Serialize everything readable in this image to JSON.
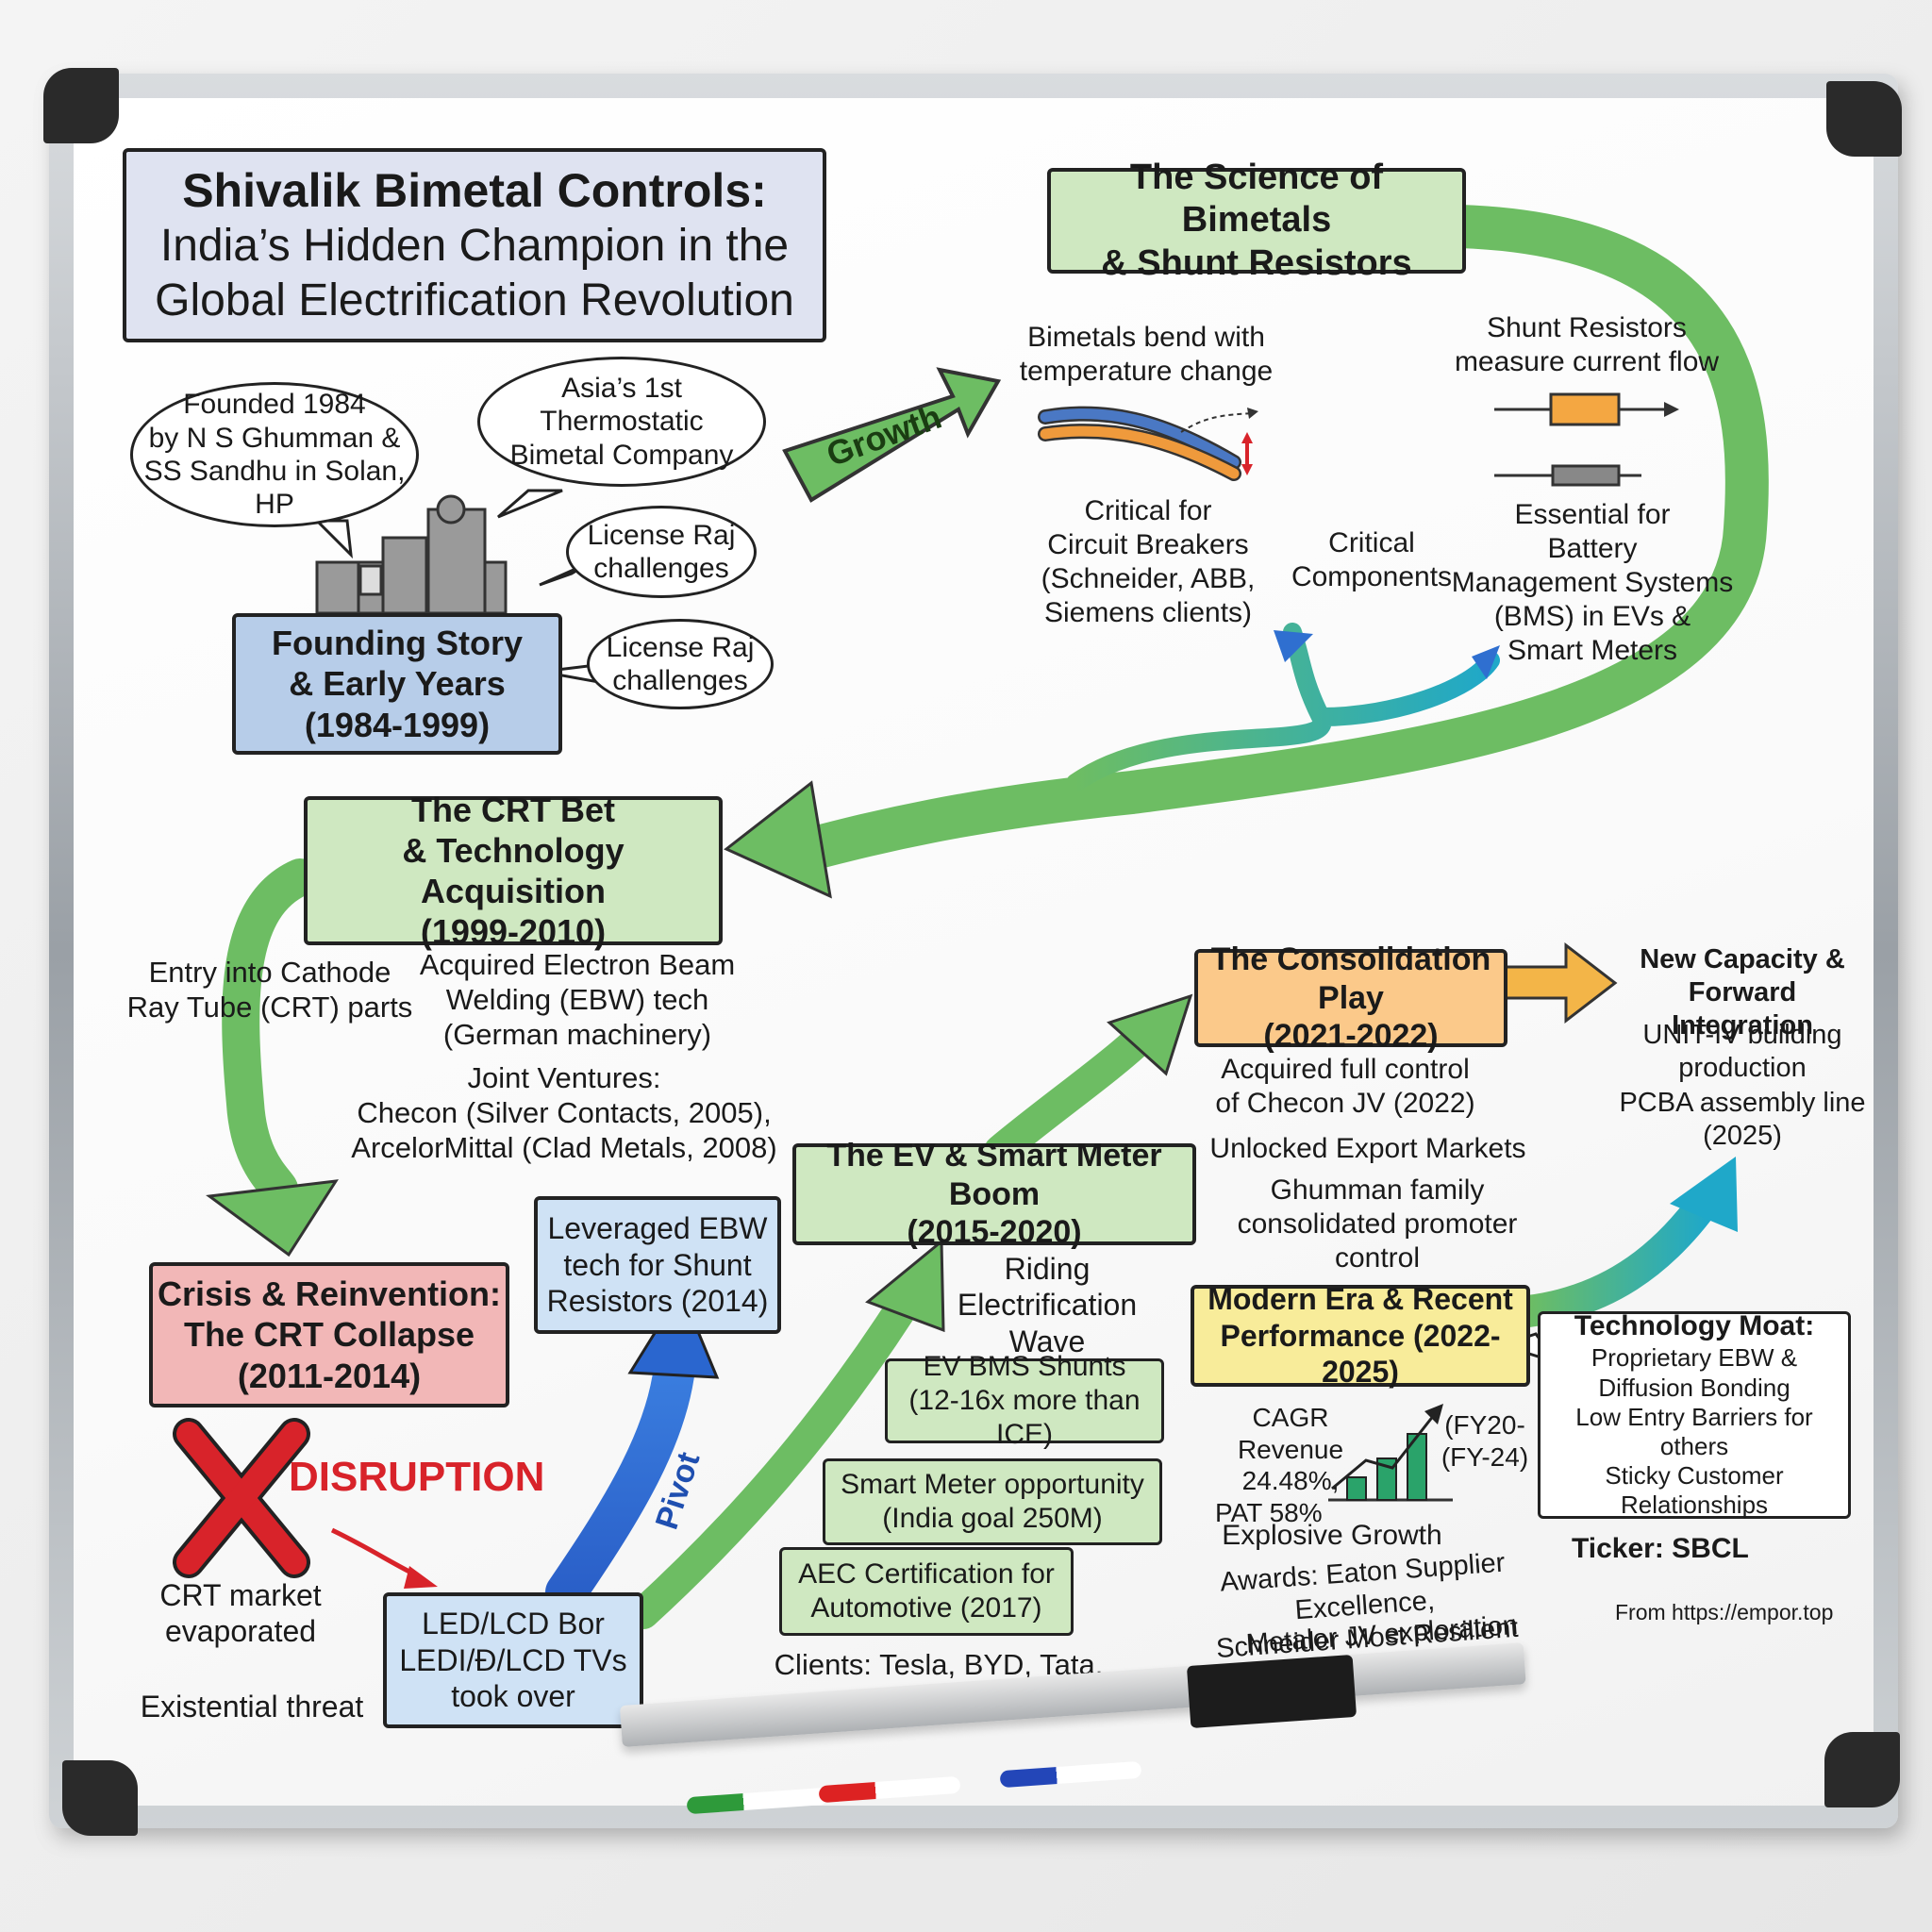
{
  "title": {
    "line1": "Shivalik Bimetal Controls:",
    "line2": "India’s Hidden Champion in the",
    "line3": "Global Electrification Revolution"
  },
  "founding": {
    "bubble_founded": [
      "Founded 1984",
      "by N S Ghumman &",
      "SS Sandhu in Solan,",
      "HP"
    ],
    "bubble_asia": [
      "Asia’s 1st",
      "Thermostatic",
      "Bimetal Company"
    ],
    "bubble_license1": [
      "License Raj",
      "challenges"
    ],
    "bubble_license2": [
      "License Raj",
      "challenges"
    ],
    "box": [
      "Founding Story",
      "& Early Years",
      "(1984-1999)"
    ]
  },
  "growth_label": "Growth",
  "science": {
    "box": [
      "The Science of Bimetals",
      "& Shunt Resistors"
    ],
    "bimetal_caption": [
      "Bimetals bend with",
      "temperature change"
    ],
    "shunt_caption": [
      "Shunt Resistors",
      "measure current flow"
    ],
    "circuit_breakers": [
      "Critical for",
      "Circuit Breakers",
      "(Schneider, ABB,",
      "Siemens clients)"
    ],
    "critical_components": [
      "Critical",
      "Components"
    ],
    "bms": [
      "Essential for",
      "Battery",
      "Management Systems",
      "(BMS) in EVs &",
      "Smart Meters"
    ]
  },
  "crt": {
    "box": [
      "The CRT Bet",
      "& Technology Acquisition",
      "(1999-2010)"
    ],
    "entry": [
      "Entry into Cathode",
      "Ray Tube (CRT) parts"
    ],
    "ebw": [
      "Acquired Electron Beam",
      "Welding (EBW) tech",
      "(German machinery)"
    ],
    "jv": [
      "Joint Ventures:",
      "Checon (Silver Contacts, 2005),",
      "ArcelorMittal (Clad Metals, 2008)"
    ]
  },
  "crisis": {
    "box": [
      "Crisis & Reinvention:",
      "The CRT Collapse",
      "(2011-2014)"
    ],
    "disruption": "DISRUPTION",
    "crt_market": [
      "CRT market",
      "evaporated"
    ],
    "existential": "Existential threat",
    "led_lcd": [
      "LED/LCD Bor",
      "LEDI/Ð/LCD TVs",
      "took over"
    ]
  },
  "pivot": {
    "label": "Pivot",
    "box": [
      "Leveraged EBW",
      "tech for Shunt",
      "Resistors (2014)"
    ]
  },
  "ev": {
    "box": [
      "The EV & Smart Meter Boom",
      "(2015-2020)"
    ],
    "riding": [
      "Riding",
      "Electrification",
      "Wave"
    ],
    "bms_shunts": [
      "EV BMS Shunts",
      "(12-16x more than ICE)"
    ],
    "smart_meter": [
      "Smart Meter opportunity",
      "(India goal 250M)"
    ],
    "aec": [
      "AEC Certification for",
      "Automotive (2017)"
    ],
    "clients": "Clients: Tesla, BYD, Tata, Mahindra"
  },
  "consolidation": {
    "box": [
      "The Consolidation Play",
      "(2021-2022)"
    ],
    "acquired": [
      "Acquired full control",
      "of Checon JV (2022)"
    ],
    "export": "Unlocked Export Markets",
    "promoter": [
      "Ghumman family",
      "consolidated promoter",
      "control"
    ]
  },
  "capacity": {
    "heading": [
      "New Capacity &",
      "Forward Integration"
    ],
    "unit": [
      "UNIT-IV building",
      "production"
    ],
    "pcba": [
      "PCBA assembly line",
      "(2025)"
    ]
  },
  "modern": {
    "box": [
      "Modern Era & Recent",
      "Performance (2022-2025)"
    ],
    "cagr": [
      "CAGR Revenue",
      "24.48%,",
      "PAT 58%"
    ],
    "fy": [
      "(FY20-",
      "(FY-24)"
    ],
    "explosive": "Explosive Growth",
    "awards": [
      "Awards: Eaton Supplier Excellence,",
      "Schneider Most Resilient Partner"
    ],
    "metalor": "Metalor JV exploration"
  },
  "moat": {
    "heading": "Technology Moat:",
    "items": [
      "Proprietary EBW &",
      "Diffusion Bonding",
      "Low Entry Barriers for others",
      "Sticky Customer",
      "Relationships"
    ]
  },
  "ticker": "Ticker: SBCL",
  "source": "From https://empor.top",
  "colors": {
    "title_fill": "#dfe3f1",
    "green_fill": "#cfe8c1",
    "blue_fill": "#b7cde9",
    "light_blue_fill": "#cfe2f5",
    "red_fill": "#f2b7b7",
    "orange_fill": "#fbc98a",
    "yellow_fill": "#f8ec9a",
    "arrow_green": "#6dbd63",
    "arrow_blue": "#2f6fd0",
    "arrow_teal": "#1fa8c9",
    "cross_red": "#d8232a"
  }
}
